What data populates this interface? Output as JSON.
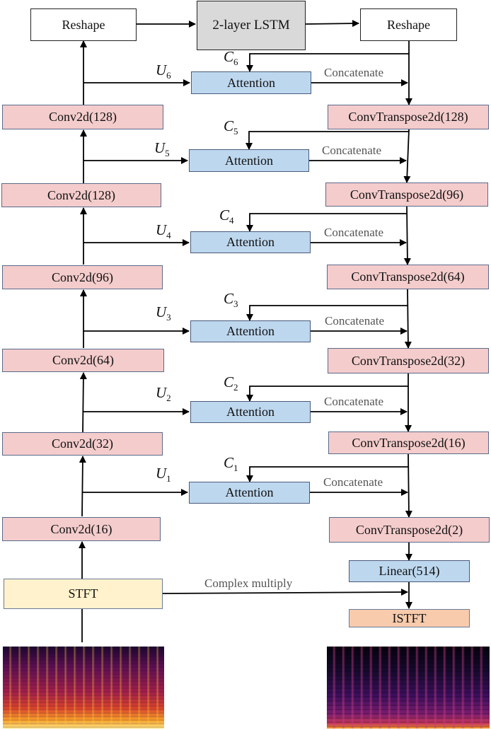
{
  "header": {
    "reshape_in": "Reshape",
    "lstm": "2-layer LSTM",
    "reshape_out": "Reshape"
  },
  "encoder": [
    "Conv2d(128)",
    "Conv2d(128)",
    "Conv2d(96)",
    "Conv2d(64)",
    "Conv2d(32)",
    "Conv2d(16)"
  ],
  "decoder": [
    "ConvTranspose2d(128)",
    "ConvTranspose2d(96)",
    "ConvTranspose2d(64)",
    "ConvTranspose2d(32)",
    "ConvTranspose2d(16)",
    "ConvTranspose2d(2)"
  ],
  "attention": [
    "Attention",
    "Attention",
    "Attention",
    "Attention",
    "Attention",
    "Attention"
  ],
  "concat": [
    "Concatenate",
    "Concatenate",
    "Concatenate",
    "Concatenate",
    "Concatenate",
    "Concatenate"
  ],
  "u_labels": {
    "u6": {
      "base": "U",
      "sub": "6"
    },
    "u5": {
      "base": "U",
      "sub": "5"
    },
    "u4": {
      "base": "U",
      "sub": "4"
    },
    "u3": {
      "base": "U",
      "sub": "3"
    },
    "u2": {
      "base": "U",
      "sub": "2"
    },
    "u1": {
      "base": "U",
      "sub": "1"
    }
  },
  "c_labels": {
    "c6": {
      "base": "C",
      "sub": "6"
    },
    "c5": {
      "base": "C",
      "sub": "5"
    },
    "c4": {
      "base": "C",
      "sub": "4"
    },
    "c3": {
      "base": "C",
      "sub": "3"
    },
    "c2": {
      "base": "C",
      "sub": "2"
    },
    "c1": {
      "base": "C",
      "sub": "1"
    }
  },
  "bottom": {
    "stft": "STFT",
    "linear": "Linear(514)",
    "istft": "ISTFT",
    "complex_multiply": "Complex multiply"
  },
  "colors": {
    "conv": "#f4cccc",
    "attention": "#bdd7ee",
    "stft": "#fff2cc",
    "istft": "#f8cbad",
    "lstm": "#d9d9d9"
  }
}
